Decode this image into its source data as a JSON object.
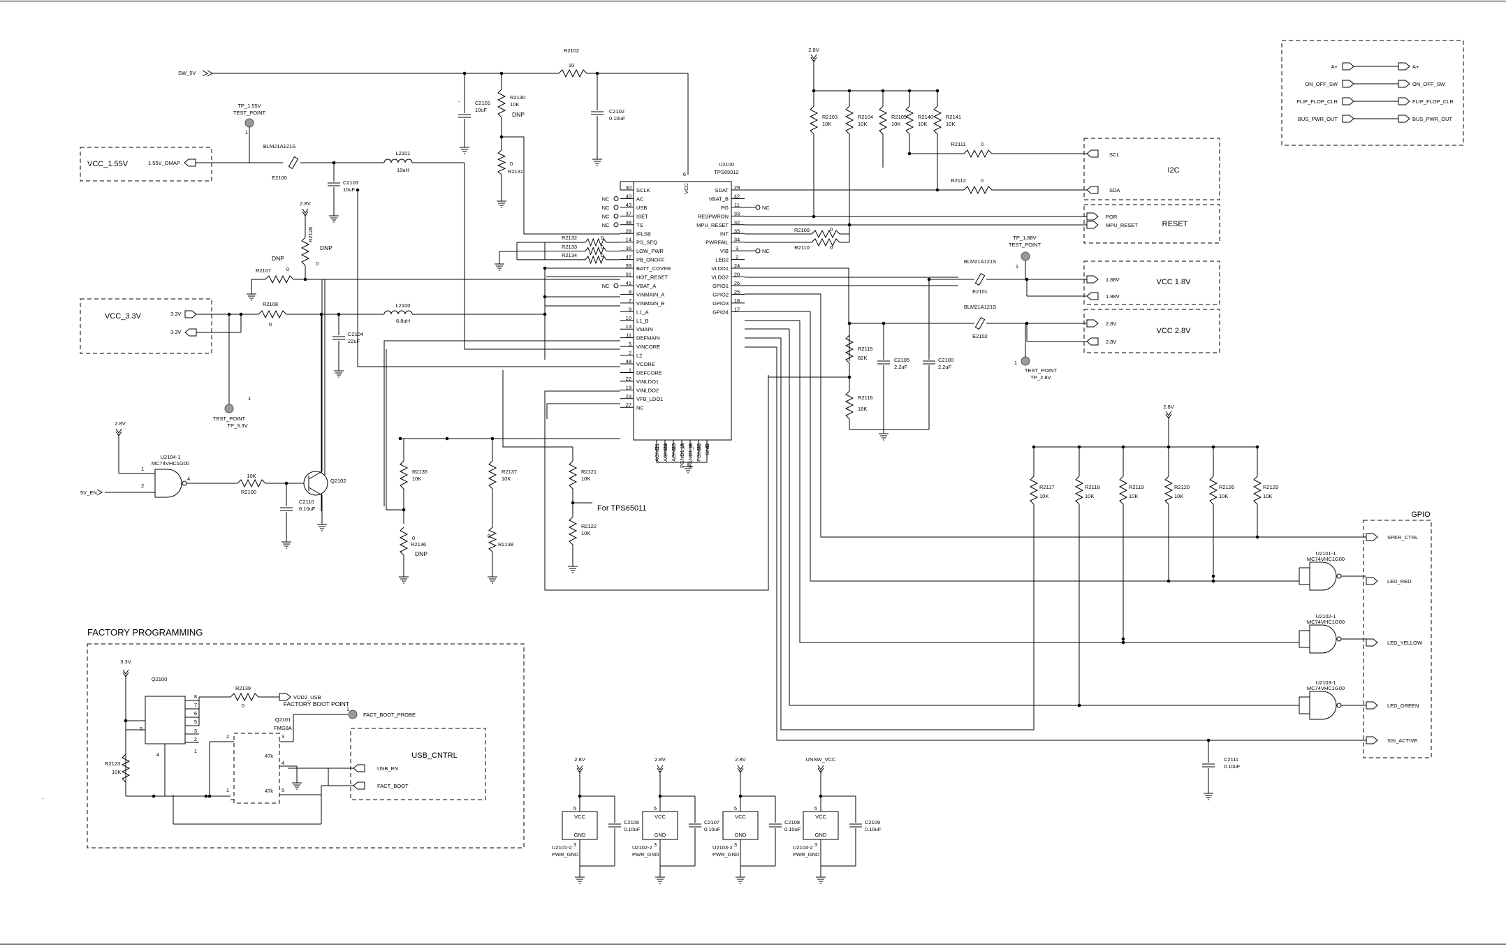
{
  "u2100": {
    "ref": "U2100",
    "part": "TPS65012",
    "vcc_label": "VCC",
    "vcc_pin": "6",
    "note": "For TPS65011",
    "left_pins": [
      {
        "num": "30",
        "name": "SCLK"
      },
      {
        "num": "40",
        "name": "AC"
      },
      {
        "num": "43",
        "name": "USB"
      },
      {
        "num": "37",
        "name": "ISET"
      },
      {
        "num": "38",
        "name": "TS"
      },
      {
        "num": "28",
        "name": "IFLSB"
      },
      {
        "num": "14",
        "name": "PS_SEQ"
      },
      {
        "num": "36",
        "name": "LOW_PWR"
      },
      {
        "num": "47",
        "name": "PB_ONOFF"
      },
      {
        "num": "39",
        "name": "BATT_COVER"
      },
      {
        "num": "31",
        "name": "HOT_RESET"
      },
      {
        "num": "41",
        "name": "VBAT_A"
      },
      {
        "num": "8",
        "name": "VINMAIN_A"
      },
      {
        "num": "7",
        "name": "VINMAIN_B"
      },
      {
        "num": "9",
        "name": "L1_A"
      },
      {
        "num": "10",
        "name": "L1_B"
      },
      {
        "num": "13",
        "name": "VMAIN"
      },
      {
        "num": "11",
        "name": "DEFMAIN"
      },
      {
        "num": "5",
        "name": "VINCORE"
      },
      {
        "num": "2",
        "name": "L2"
      },
      {
        "num": "48",
        "name": "VCORE"
      },
      {
        "num": "1",
        "name": "DEFCORE"
      },
      {
        "num": "22",
        "name": "VINLDO1"
      },
      {
        "num": "19",
        "name": "VINLDO2"
      },
      {
        "num": "23",
        "name": "VFB_LDO1"
      },
      {
        "num": "27",
        "name": "NC"
      }
    ],
    "right_pins": [
      {
        "num": "29",
        "name": "SDAT"
      },
      {
        "num": "42",
        "name": "VBAT_B"
      },
      {
        "num": "11",
        "name": "PG"
      },
      {
        "num": "33",
        "name": "RESPWRON"
      },
      {
        "num": "32",
        "name": "MPU_RESET"
      },
      {
        "num": "35",
        "name": "INT"
      },
      {
        "num": "34",
        "name": "PWRFAIL"
      },
      {
        "num": "3",
        "name": "VIB"
      },
      {
        "num": "2",
        "name": "LED2"
      },
      {
        "num": "24",
        "name": "VLDO1"
      },
      {
        "num": "20",
        "name": "VLDO2"
      },
      {
        "num": "26",
        "name": "GPIO1"
      },
      {
        "num": "25",
        "name": "GPIO2"
      },
      {
        "num": "18",
        "name": "GPIO3"
      },
      {
        "num": "17",
        "name": "GPIO4"
      }
    ],
    "bottom_pins": [
      {
        "num": "21",
        "name": "AGND1"
      },
      {
        "num": "44",
        "name": "AGND2"
      },
      {
        "num": "45",
        "name": "AGND3"
      },
      {
        "num": "15",
        "name": "PGND1_A"
      },
      {
        "num": "16",
        "name": "PGND1_B"
      },
      {
        "num": "46",
        "name": "PGND2"
      },
      {
        "num": "49",
        "name": "GND"
      }
    ]
  },
  "nc_label": "NC",
  "nets": {
    "sw_5v": "SW_5V",
    "v28": "2.8V",
    "v33": "3.3V",
    "v155_omap": "1.55V_OMAP",
    "v188": "1.88V",
    "en_5v": "5V_EN",
    "unsw_vcc": "UNSW_VCC",
    "vdd2_usb": "VDD2_USB",
    "fact_boot_probe": "FACT_BOOT_PROBE"
  },
  "blocks": {
    "vcc155": "VCC_1.55V",
    "vcc33": "VCC_3.3V",
    "i2c": {
      "title": "I2C",
      "pins": [
        "SCL",
        "SDA"
      ]
    },
    "reset": {
      "title": "RESET",
      "pins": [
        "POR",
        "MPU_RESET"
      ]
    },
    "vcc18": {
      "title": "VCC 1.8V",
      "pins": [
        "1.88V",
        "1.88V"
      ]
    },
    "vcc28": {
      "title": "VCC 2.8V",
      "pins": [
        "2.8V",
        "2.8V"
      ]
    },
    "gpio": {
      "title": "GPIO",
      "pins": [
        "SPKR_CTRL",
        "LED_RED",
        "LED_YELLOW",
        "LED_GREEN",
        "SSI_ACTIVE"
      ]
    },
    "usb_cntrl": {
      "title": "USB_CNTRL",
      "pins": [
        "USB_EN",
        "FACT_BOOT"
      ]
    },
    "factory": "FACTORY PROGRAMMING",
    "factory_boot": "FACTORY BOOT POINT"
  },
  "offpage": [
    {
      "in": "A+",
      "out": "A+"
    },
    {
      "in": "ON_OFF_SW",
      "out": "ON_OFF_SW"
    },
    {
      "in": "FLIP_FLOP_CLR",
      "out": "FLIP_FLOP_CLR"
    },
    {
      "in": "BUS_PWR_OUT",
      "out": "BUS_PWR_OUT"
    }
  ],
  "resistors": {
    "r2102": {
      "ref": "R2102",
      "val": "10"
    },
    "r2130": {
      "ref": "R2130",
      "val": "10K",
      "note": "DNP"
    },
    "r2131": {
      "ref": "R2131",
      "val": "0"
    },
    "r2103": {
      "ref": "R2103",
      "val": "10K"
    },
    "r2104": {
      "ref": "R2104",
      "val": "10K"
    },
    "r2105": {
      "ref": "R2105",
      "val": "10K"
    },
    "r2140": {
      "ref": "R2140",
      "val": "10K"
    },
    "r2141": {
      "ref": "R2141",
      "val": "10K"
    },
    "r2111": {
      "ref": "R2111",
      "val": "0"
    },
    "r2112": {
      "ref": "R2112",
      "val": "0"
    },
    "r2109": {
      "ref": "R2109",
      "val": "0"
    },
    "r2110": {
      "ref": "R2110",
      "val": "0"
    },
    "r2132": {
      "ref": "R2132",
      "val": "0"
    },
    "r2133": {
      "ref": "R2133",
      "val": "0"
    },
    "r2134": {
      "ref": "R2134",
      "val": "0"
    },
    "r2128": {
      "ref": "R2128",
      "val": "0",
      "note": "DNP"
    },
    "r2107": {
      "ref": "R2107",
      "val": "0",
      "note": "DNP"
    },
    "r2108": {
      "ref": "R2108",
      "val": "0"
    },
    "r2100": {
      "ref": "R2100",
      "val": "10K"
    },
    "r2135": {
      "ref": "R2135",
      "val": "10K"
    },
    "r2136": {
      "ref": "R2136",
      "val": "0",
      "note": "DNP"
    },
    "r2137": {
      "ref": "R2137",
      "val": "10K"
    },
    "r2138": {
      "ref": "R2138",
      "val": "0"
    },
    "r2121": {
      "ref": "R2121",
      "val": "10K"
    },
    "r2122": {
      "ref": "R2122",
      "val": "10K"
    },
    "r2115": {
      "ref": "R2115",
      "val": "82K"
    },
    "r2116": {
      "ref": "R2116",
      "val": "18K"
    },
    "r2117": {
      "ref": "R2117",
      "val": "10K"
    },
    "r2118": {
      "ref": "R2118",
      "val": "10K"
    },
    "r2119": {
      "ref": "R2119",
      "val": "10K"
    },
    "r2120": {
      "ref": "R2120",
      "val": "10K"
    },
    "r2126": {
      "ref": "R2126",
      "val": "10K"
    },
    "r2129": {
      "ref": "R2129",
      "val": "10K"
    },
    "r2139": {
      "ref": "R2139",
      "val": "0"
    },
    "r2123": {
      "ref": "R2123",
      "val": "10K"
    }
  },
  "capacitors": {
    "c2101": {
      "ref": "C2101",
      "val": "10uF"
    },
    "c2102": {
      "ref": "C2102",
      "val": "0.10uF"
    },
    "c2103": {
      "ref": "C2103",
      "val": "10uF"
    },
    "c2104": {
      "ref": "C2104",
      "val": "22uF"
    },
    "c2110": {
      "ref": "C2110",
      "val": "0.10uF"
    },
    "c2105": {
      "ref": "C2105",
      "val": "2.2uF"
    },
    "c2100": {
      "ref": "C2100",
      "val": "2.2uF"
    },
    "c2111": {
      "ref": "C2111",
      "val": "0.10uF"
    },
    "c2106": {
      "ref": "C2106",
      "val": "0.10uF"
    },
    "c2107": {
      "ref": "C2107",
      "val": "0.10uF"
    },
    "c2108": {
      "ref": "C2108",
      "val": "0.10uF"
    },
    "c2109": {
      "ref": "C2109",
      "val": "0.10uF"
    }
  },
  "inductors": {
    "l2101": {
      "ref": "L2101",
      "val": "10uH"
    },
    "l2100": {
      "ref": "L2100",
      "val": "6.8uH"
    }
  },
  "beads": {
    "e2100": {
      "part": "BLM21A121S",
      "ref": "E2100"
    },
    "e2101": {
      "part": "BLM21A121S",
      "ref": "E2101"
    },
    "e2102": {
      "part": "BLM21A121S",
      "ref": "E2102"
    }
  },
  "testpoints": {
    "tp155": {
      "name": "TP_1.55V",
      "type": "TEST_POINT"
    },
    "tp188": {
      "name": "TP_1.88V",
      "type": "TEST_POINT"
    },
    "tp33": {
      "type": "TEST_POINT",
      "name": "TP_3.3V"
    },
    "tp28": {
      "type": "TEST_POINT",
      "name": "TP_2.8V"
    }
  },
  "gates": {
    "u2104": {
      "ref": "U2104-1",
      "part": "MC74VHC1G00",
      "pins": [
        "1",
        "2",
        "4"
      ]
    },
    "u2101": {
      "ref": "U2101-1",
      "part": "MC74VHC1G00"
    },
    "u2102": {
      "ref": "U2102-1",
      "part": "MC74VHC1G00"
    },
    "u2103": {
      "ref": "U2103-1",
      "part": "MC74VHC1G00"
    }
  },
  "q2102": "Q2102",
  "q2100": "Q2100",
  "q2101": {
    "ref": "Q2101",
    "part": "FMG8A",
    "r1": "47k",
    "r2": "47k"
  },
  "power_gates": [
    {
      "ref": "U2101-2",
      "net": "PWR_GND",
      "supply": "2.8V",
      "cap": "C2106",
      "val": "0.10uF"
    },
    {
      "ref": "U2102-2",
      "net": "PWR_GND",
      "supply": "2.8V",
      "cap": "C2107",
      "val": "0.10uF"
    },
    {
      "ref": "U2103-2",
      "net": "PWR_GND",
      "supply": "2.8V",
      "cap": "C2108",
      "val": "0.10uF"
    },
    {
      "ref": "U2104-2",
      "net": "PWR_GND",
      "supply": "UNSW_VCC",
      "cap": "C2109",
      "val": "0.10uF"
    }
  ],
  "pg_pins": {
    "vcc": "VCC",
    "gnd": "GND",
    "top": "5",
    "bot": "3"
  },
  "q2100_pins": [
    "8",
    "7",
    "6",
    "5",
    "3",
    "2",
    "1",
    "4"
  ],
  "q2101_pins": [
    "2",
    "3",
    "4",
    "1",
    "5"
  ],
  "fb_pin": "1",
  "dash": "-"
}
